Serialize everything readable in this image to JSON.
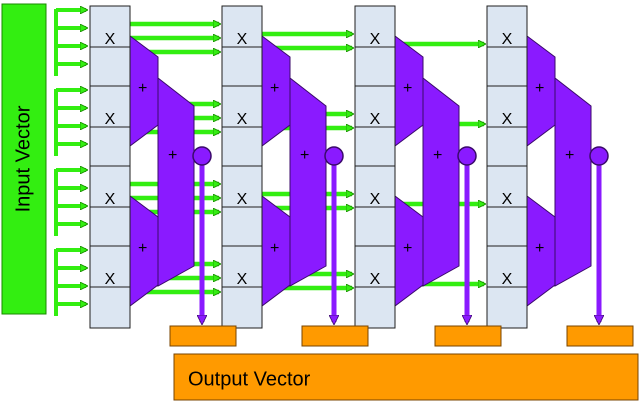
{
  "input_label": "Input Vector",
  "output_label": "Output Vector",
  "multiply_symbol": "X",
  "add_symbol": "+",
  "colors": {
    "input": "#33ee11",
    "green_dark": "#1a8a00",
    "mult_fill": "#dce6f2",
    "mult_stroke": "#1f1f1f",
    "adder": "#8a1aff",
    "adder_stroke": "#3a0a6a",
    "output": "#ff9a00",
    "output_stroke": "#7a4400",
    "text": "#000000"
  },
  "icons": [
    "multiplier-cell",
    "adder-trapezoid",
    "accumulator-circle",
    "arrow"
  ]
}
